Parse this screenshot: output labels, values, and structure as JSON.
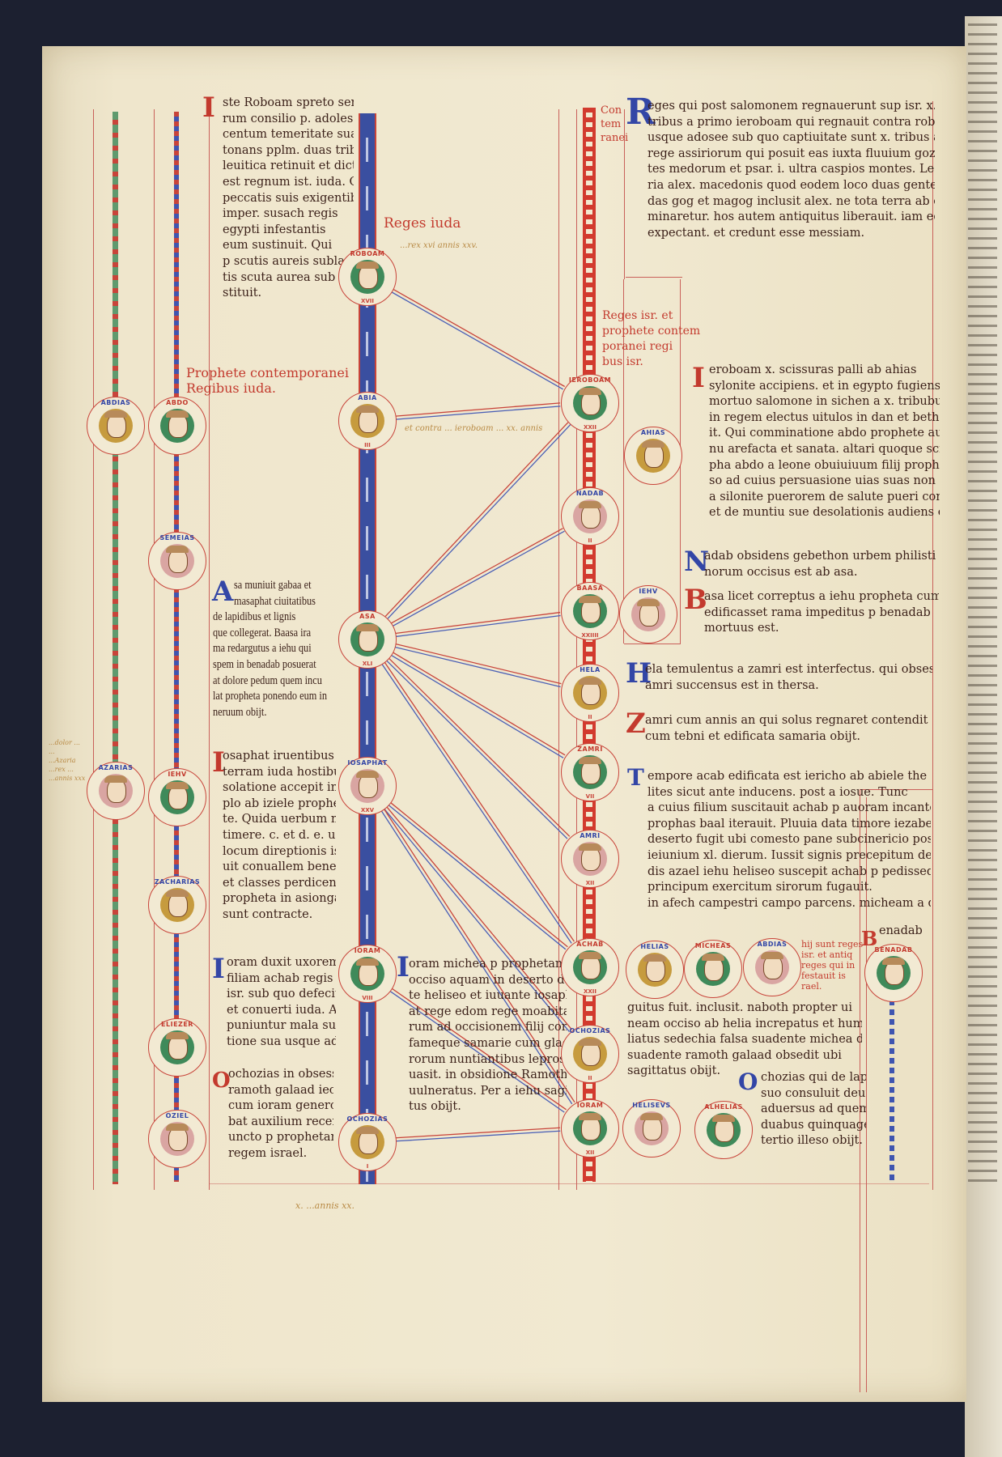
{
  "rubrics": {
    "reges_iuda": "Reges iuda",
    "prophete_iuda": [
      "Prophete contemporanei",
      "Regibus iuda."
    ],
    "contemporanei": [
      "Con",
      "tem",
      "ranei"
    ],
    "reges_israel": [
      "Reges isr. et",
      "prophete contem",
      "poranei regi",
      "bus isr."
    ],
    "kings_note": [
      "hij sunt reges",
      "isr. et antiq",
      "reges qui in",
      "festauit is",
      "rael."
    ],
    "note_roboam": "...rex xvi annis xxv.",
    "note_abia": "et contra ... ieroboam ... xx. annis",
    "footer_note": "x. ...annis xx.",
    "margin_note": [
      "...dolor ...",
      "...",
      "...Azaria",
      "...rex ...",
      "...annis xxx"
    ]
  },
  "initials": {
    "a": "I",
    "b": "R",
    "c": "A",
    "d": "I",
    "e": "I",
    "f": "O",
    "g": "I",
    "h": "I",
    "i": "N",
    "j": "B",
    "k": "H",
    "l": "Z",
    "m": "T",
    "n": "O",
    "o": "B"
  },
  "text": {
    "roboam": [
      "ste Roboam spreto senio",
      "rum consilio p. adoles",
      "centum temeritate sua co",
      "tonans pplm. duas tribus cu",
      "leuitica retinuit et dictu",
      "est regnum ist. iuda. Qui",
      "peccatis suis exigentibus",
      "imper. susach regis",
      "egypti infestantis",
      "eum sustinuit. Qui",
      "p scutis aureis subla",
      "tis scuta aurea sub",
      "stituit."
    ],
    "reges_post": [
      "eges qui post salomonem regnauerunt sup isr. x.",
      "tribus a primo ieroboam qui regnauit contra roboa",
      "usque adosee sub quo captiuitate sunt x. tribus a salmanasar",
      "rege assiriorum qui posuit eas iuxta fluuium gozan ultra mon",
      "tes medorum et psar. i. ultra caspios montes. Legitur in histo",
      "ria alex. macedonis quod eodem loco duas gentes imun",
      "das gog et magog inclusit alex. ne tota terra ab eis con",
      "minaretur. hos autem antiquitus liberauit. iam educere inde",
      "expectant. et credunt esse messiam."
    ],
    "ieroboam": [
      "eroboam x. scissuras palli ab ahias",
      "sylonite accipiens. et in egypto fugiens",
      "mortuo salomone in sichen a x. tribubus",
      "in regem electus uitulos in dan et bethel posu",
      "it. Qui comminatione abdo prophete audita ma",
      "nu arefacta et sanata. altari quoque scisso p",
      "pha abdo a leone obuiuiuum filij prophete occi",
      "so ad cuius persuasione uias suas non deserens achi",
      "a silonite puerorem de salute pueri consulens.",
      "et de muntiu sue desolationis audiens obijt."
    ],
    "nadab": [
      "adab obsidens gebethon urbem philisti",
      "norum occisus est ab asa."
    ],
    "baasa": [
      "asa licet correptus a iehu propheta cum rama",
      "edificasset rama impeditus p benadab",
      "mortuus est."
    ],
    "hela": [
      "ela temulentus a zamri est interfectus. qui obsessus ab",
      "amri succensus est in thersa."
    ],
    "zamri": [
      "amri cum annis an qui solus regnaret contendit",
      "cum tebni et edificata samaria obijt."
    ],
    "achab": [
      "empore acab edificata est iericho ab abiele the",
      "lites sicut ante inducens. post a iosue. Tunc",
      "a cuius filium suscitauit achab p auoram incanto. ccccl.",
      "prophas baal iterauit. Pluuia data timore iezabel in",
      "deserto fugit ubi comesto pane subcinericio post",
      "ieiunium xl. dierum. Iussit signis precepitum de inungen",
      "dis azael iehu heliseo suscepit achab p pedissequas",
      "principum exercitum sirorum fugauit.",
      "in afech campestri campo parcens. micheam a quo redar"
    ],
    "benadab_label": "enadab",
    "achab_cont": [
      "guitus fuit. inclusit. naboth propter ui",
      "neam occiso ab helia increpatus et humi",
      "liatus sedechia falsa suadente michea dis",
      "suadente ramoth galaad obsedit ubi",
      "sagittatus obijt."
    ],
    "ochozias_isr": [
      "chozias qui de lapsu",
      "suo consuluit deum acharon",
      "aduersus ad quem helie",
      "duabus quinquagenariis",
      "tertio illeso obijt."
    ],
    "asa": [
      "sa muniuit gabaa et",
      "masaphat ciuitatibus",
      "de lapidibus et lignis",
      "que collegerat. Baasa ira",
      "ma redargutus a iehu qui",
      "spem in benadab posuerat",
      "at dolore pedum quem incu",
      "lat propheta ponendo eum in",
      "neruum obijt."
    ],
    "iosaphat": [
      "osaphat iruentibus i",
      "terram iuda hostibus cum",
      "solatione accepit in tem",
      "plo ab iziele propheta dicen",
      "te. Quida uerbum nolite",
      "timere. c. et d. e. u. et c. et",
      "locum direptionis isti uoca",
      "uit conuallem benedictionis",
      "et classes perdicente eliezer",
      "propheta in asiongaber",
      "sunt contracte."
    ],
    "ioram_iuda": [
      "oram duxit uxorem",
      "filiam achab regis",
      "isr. sub quo defecit edom",
      "et conuerti iuda. Ab ioram",
      "puniuntur mala sua inuasa",
      "tione sua usque ad ozam."
    ],
    "ochozias_iuda": [
      "ochozias in obsessione",
      "ramoth galaad iectus est",
      "cum ioram genero suo et p be",
      "bat auxilium recenti in",
      "uncto p prophetam in",
      "regem israel."
    ],
    "ioram_isr": [
      "oram michea p prophetam",
      "occiso aquam in deserto dan",
      "te heliseo et iuuante iosaph",
      "at rege edom rege moabita",
      "rum ad occisionem filij compulit.",
      "fameque samarie cum gladio si",
      "rorum nuntiantibus leprosis e",
      "uasit. in obsidione Ramoth",
      "uulneratus. Per a iehu sagitta",
      "tus obijt."
    ]
  },
  "medallions": {
    "abdias_l": {
      "label": "ABDIAS"
    },
    "azarias": {
      "label": "AZARIAS"
    },
    "abdo": {
      "label": "ABDO"
    },
    "semeias": {
      "label": "SEMEIAS"
    },
    "iehu_l": {
      "label": "IEHV"
    },
    "zacharias": {
      "label": "ZACHARIAS"
    },
    "eliezer": {
      "label": "ELIEZER"
    },
    "oziel": {
      "label": "OZIEL"
    },
    "roboam": {
      "label": "ROBOAM",
      "num": "XVII"
    },
    "abia": {
      "label": "ABIA",
      "num": "III"
    },
    "asa": {
      "label": "ASA",
      "num": "XLI"
    },
    "iosaphat": {
      "label": "IOSAPHAT",
      "num": "XXV"
    },
    "ioram_j": {
      "label": "IORAM",
      "num": "VIII"
    },
    "ochozias_j": {
      "label": "OCHOZIAS",
      "num": "I"
    },
    "ieroboam": {
      "label": "IEROBOAM",
      "num": "XXII"
    },
    "nadab": {
      "label": "NADAB",
      "num": "II"
    },
    "baasa": {
      "label": "BAASA",
      "num": "XXIIII"
    },
    "hela": {
      "label": "HELA",
      "num": "II"
    },
    "zamri": {
      "label": "ZAMRI",
      "num": "VII"
    },
    "amri": {
      "label": "AMRI",
      "num": "XII"
    },
    "achab": {
      "label": "ACHAB",
      "num": "XXII"
    },
    "ochozias_i": {
      "label": "OCHOZIAS",
      "num": "II"
    },
    "ioram_i": {
      "label": "IORAM",
      "num": "XII"
    },
    "ahias": {
      "label": "AHIAS"
    },
    "iehu_r": {
      "label": "IEHV"
    },
    "helias": {
      "label": "HELIAS"
    },
    "micheas": {
      "label": "MICHEAS"
    },
    "abdias_r": {
      "label": "ABDIAS"
    },
    "benadab": {
      "label": "BENADAB"
    },
    "heliseus": {
      "label": "HELISEVS"
    },
    "ahelias": {
      "label": "ALHELIAS"
    }
  },
  "colors": {
    "parchment": "#f1e9d1",
    "rubric_red": "#c33a2e",
    "lapis_blue": "#3a4fa0",
    "ink": "#3a1f18",
    "verdigris": "#3f8a5a"
  }
}
